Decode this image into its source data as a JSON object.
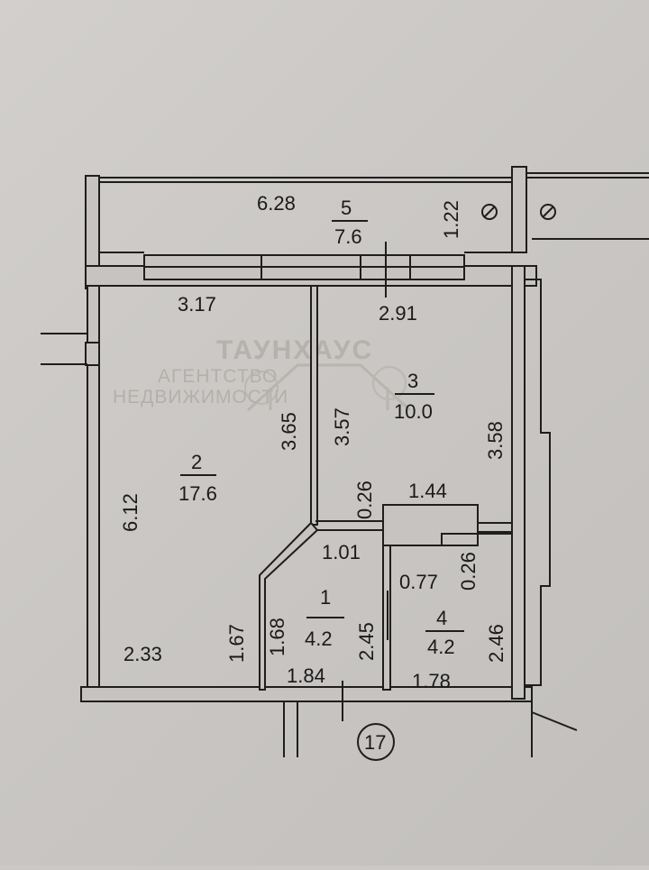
{
  "watermark": {
    "line1": "ТАУНХАУС",
    "line2": "АГЕНТСТВО",
    "line3": "НЕДВИЖИМОСТИ"
  },
  "rooms": [
    {
      "number": "1",
      "area": "4.2"
    },
    {
      "number": "2",
      "area": "17.6"
    },
    {
      "number": "3",
      "area": "10.0"
    },
    {
      "number": "4",
      "area": "4.2"
    },
    {
      "number": "5",
      "area": "7.6"
    }
  ],
  "dimensions": {
    "balcony_length": "6.28",
    "balcony_depth": "1.22",
    "room2_top": "3.17",
    "room3_top": "2.91",
    "room2_left": "6.12",
    "room2_partition": "3.65",
    "room3_partition": "3.57",
    "room3_right": "3.58",
    "corridor_gap": "0.26",
    "corridor_width": "1.44",
    "room1_top": "1.01",
    "room4_notch_w": "0.77",
    "room4_notch_h": "0.26",
    "room1_left": "1.68",
    "room1_right": "2.45",
    "room4_right": "2.46",
    "room2_bottom": "2.33",
    "room2_door_side": "1.67",
    "room1_bottom": "1.84",
    "room4_bottom": "1.78"
  },
  "apartment_number": "17"
}
